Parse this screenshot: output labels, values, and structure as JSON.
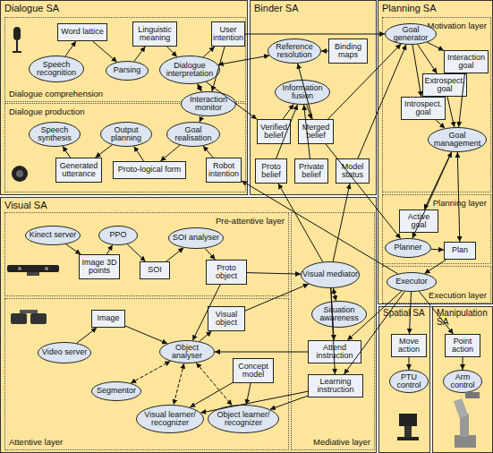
{
  "diagram": {
    "nodes": [
      {
        "text": [
          "Dialogue SA"
        ]
      },
      {
        "text": [
          "Dialogue comprehension"
        ],
        "in": 0
      },
      {
        "text": [
          "Speech recognition"
        ],
        "in": 1
      },
      {
        "text": [
          "Word lattice"
        ],
        "in": 1
      },
      {
        "text": [
          "Parsing"
        ],
        "in": 1
      },
      {
        "text": [
          "Linguistic meaning"
        ],
        "in": 1
      },
      {
        "text": [
          "Dialogue interpretation"
        ],
        "in": 1
      },
      {
        "text": [
          "User intention"
        ],
        "in": 1
      },
      {
        "text": [
          "Dialogue production"
        ],
        "in": 0
      },
      {
        "text": [
          "Interaction monitor"
        ],
        "in": 8
      },
      {
        "text": [
          "Speech synthesis"
        ],
        "in": 8
      },
      {
        "text": [
          "Output planning"
        ],
        "in": 8
      },
      {
        "text": [
          "Goal realisation"
        ],
        "in": 8
      },
      {
        "text": [
          "Generated utterance"
        ],
        "in": 8
      },
      {
        "text": [
          "Proto-logical form"
        ],
        "in": 8
      },
      {
        "text": [
          "Robot intention"
        ],
        "in": 8
      },
      {
        "text": [
          "Binder SA"
        ]
      },
      {
        "text": [
          "Reference resolution"
        ],
        "in": 16
      },
      {
        "text": [
          "Binding maps"
        ],
        "in": 16
      },
      {
        "text": [
          "Information fusion"
        ],
        "in": 16
      },
      {
        "text": [
          "Verified belief"
        ],
        "in": 16
      },
      {
        "text": [
          "Merged belief"
        ],
        "in": 16
      },
      {
        "text": [
          "Proto belief"
        ],
        "in": 16
      },
      {
        "text": [
          "Private belief"
        ],
        "in": 16
      },
      {
        "text": [
          "Model status"
        ],
        "in": 16
      },
      {
        "text": [
          "Planning SA"
        ]
      },
      {
        "text": [
          "Motivation layer"
        ],
        "in": 25
      },
      {
        "text": [
          "Goal generator"
        ],
        "in": 26
      },
      {
        "text": [
          "Interaction goal"
        ],
        "in": 26
      },
      {
        "text": [
          "Extrospect. goal"
        ],
        "in": 26
      },
      {
        "text": [
          "Introspect. goal"
        ],
        "in": 26
      },
      {
        "text": [
          "Goal management"
        ],
        "in": 26
      },
      {
        "text": [
          "Planning layer"
        ],
        "in": 25
      },
      {
        "text": [
          "Active goal"
        ],
        "in": 32
      },
      {
        "text": [
          "Planner"
        ],
        "in": 32
      },
      {
        "text": [
          "Plan"
        ],
        "in": 32
      },
      {
        "text": [
          "Execution layer"
        ],
        "in": 25
      },
      {
        "text": [
          "Executor"
        ],
        "in": 36
      },
      {
        "text": [
          "Visual SA"
        ]
      },
      {
        "text": [
          "Pre-attentive layer"
        ],
        "in": 38
      },
      {
        "text": [
          "Kinect server"
        ],
        "in": 39
      },
      {
        "text": [
          "Image 3D points"
        ],
        "in": 39
      },
      {
        "text": [
          "PPO"
        ],
        "in": 39
      },
      {
        "text": [
          "SOI"
        ],
        "in": 39
      },
      {
        "text": [
          "SOI analyser"
        ],
        "in": 39
      },
      {
        "text": [
          "Proto object"
        ],
        "in": 39
      },
      {
        "text": [
          "Attentive layer"
        ],
        "in": 38
      },
      {
        "text": [
          "Image"
        ],
        "in": 46
      },
      {
        "text": [
          "Video server"
        ],
        "in": 46
      },
      {
        "text": [
          "Visual object"
        ],
        "in": 46
      },
      {
        "text": [
          "Object analyser"
        ],
        "in": 46
      },
      {
        "text": [
          "Segmentor"
        ],
        "in": 46
      },
      {
        "text": [
          "Concept model"
        ],
        "in": 46
      },
      {
        "text": [
          "Visual learner/ recognizer"
        ],
        "in": 46
      },
      {
        "text": [
          "Object learner/ recognizer"
        ],
        "in": 46
      },
      {
        "text": [
          "Mediative layer"
        ],
        "in": 38
      },
      {
        "text": [
          "Visual mediator"
        ],
        "in": 55
      },
      {
        "text": [
          "Situation awareness"
        ],
        "in": 55
      },
      {
        "text": [
          "Attend instruction"
        ],
        "in": 55
      },
      {
        "text": [
          "Learning instruction"
        ],
        "in": 55
      },
      {
        "text": [
          "Spatial SA"
        ]
      },
      {
        "text": [
          "Move action"
        ],
        "in": 60
      },
      {
        "text": [
          "PTU control"
        ],
        "in": 60
      },
      {
        "text": [
          "Manipulation SA"
        ]
      },
      {
        "text": [
          "Point action"
        ],
        "in": 63
      },
      {
        "text": [
          "Arm control"
        ],
        "in": 63
      }
    ],
    "edges": [
      {
        "from": 2,
        "to": 3,
        "arrow": "to"
      },
      {
        "from": 3,
        "to": 4,
        "arrow": "to"
      },
      {
        "from": 4,
        "to": 5,
        "arrow": "to"
      },
      {
        "from": 5,
        "to": 6,
        "arrow": "to"
      },
      {
        "from": 6,
        "to": 7,
        "arrow": "to"
      },
      {
        "from": 7,
        "to": 27,
        "arrow": "to"
      },
      {
        "from": 6,
        "to": 17,
        "arrow": "both"
      },
      {
        "from": 6,
        "to": 9,
        "arrow": "both"
      },
      {
        "from": 7,
        "to": 9,
        "arrow": "to"
      },
      {
        "from": 9,
        "to": 12,
        "arrow": "to"
      },
      {
        "from": 15,
        "to": 12,
        "arrow": "to"
      },
      {
        "from": 12,
        "to": 14,
        "arrow": "to"
      },
      {
        "from": 14,
        "to": 11,
        "arrow": "to"
      },
      {
        "from": 11,
        "to": 13,
        "arrow": "to"
      },
      {
        "from": 13,
        "to": 10,
        "arrow": "to"
      },
      {
        "from": 37,
        "to": 15,
        "arrow": "to"
      },
      {
        "from": 6,
        "to": 20,
        "arrow": "to"
      },
      {
        "from": 18,
        "to": 17,
        "arrow": "to"
      },
      {
        "from": 21,
        "to": 17,
        "arrow": "to"
      },
      {
        "from": 20,
        "to": 19,
        "arrow": "to"
      },
      {
        "from": 22,
        "to": 19,
        "arrow": "to"
      },
      {
        "from": 23,
        "to": 19,
        "arrow": "to"
      },
      {
        "from": 19,
        "to": 21,
        "arrow": "to"
      },
      {
        "from": 21,
        "to": 27,
        "arrow": "to"
      },
      {
        "from": 24,
        "to": 27,
        "arrow": "to"
      },
      {
        "from": 21,
        "to": 34,
        "arrow": "to"
      },
      {
        "from": 27,
        "to": 28,
        "arrow": "to"
      },
      {
        "from": 27,
        "to": 29,
        "arrow": "to"
      },
      {
        "from": 27,
        "to": 30,
        "arrow": "to"
      },
      {
        "from": 28,
        "to": 31,
        "arrow": "to"
      },
      {
        "from": 29,
        "to": 31,
        "arrow": "to"
      },
      {
        "from": 30,
        "to": 31,
        "arrow": "to"
      },
      {
        "from": 31,
        "to": 33,
        "arrow": "to"
      },
      {
        "from": 31,
        "to": 34,
        "arrow": "both"
      },
      {
        "from": 31,
        "to": 35,
        "arrow": "both"
      },
      {
        "from": 34,
        "to": 35,
        "arrow": "to"
      },
      {
        "from": 35,
        "to": 37,
        "arrow": "to"
      },
      {
        "from": 37,
        "to": 61,
        "arrow": "to"
      },
      {
        "from": 37,
        "to": 64,
        "arrow": "to"
      },
      {
        "from": 37,
        "to": 58,
        "arrow": "to"
      },
      {
        "from": 37,
        "to": 59,
        "arrow": "to"
      },
      {
        "from": 61,
        "to": 62,
        "arrow": "to"
      },
      {
        "from": 64,
        "to": 65,
        "arrow": "to"
      },
      {
        "from": 40,
        "to": 41,
        "arrow": "to"
      },
      {
        "from": 41,
        "to": 42,
        "arrow": "to"
      },
      {
        "from": 42,
        "to": 43,
        "arrow": "to"
      },
      {
        "from": 43,
        "to": 44,
        "arrow": "to"
      },
      {
        "from": 44,
        "to": 45,
        "arrow": "to"
      },
      {
        "from": 45,
        "to": 56,
        "arrow": "to"
      },
      {
        "from": 56,
        "to": 57,
        "arrow": "both"
      },
      {
        "from": 49,
        "to": 56,
        "arrow": "to"
      },
      {
        "from": 50,
        "to": 49,
        "arrow": "to"
      },
      {
        "from": 48,
        "to": 47,
        "arrow": "to"
      },
      {
        "from": 47,
        "to": 50,
        "arrow": "to"
      },
      {
        "from": 51,
        "to": 50,
        "arrow": "both"
      },
      {
        "from": 50,
        "to": 53,
        "arrow": "both"
      },
      {
        "from": 50,
        "to": 54,
        "arrow": "both"
      },
      {
        "from": 52,
        "to": 53,
        "arrow": "to"
      },
      {
        "from": 52,
        "to": 54,
        "arrow": "to"
      },
      {
        "from": 58,
        "to": 50,
        "arrow": "to"
      },
      {
        "from": 59,
        "to": 53,
        "arrow": "to"
      },
      {
        "from": 59,
        "to": 54,
        "arrow": "to"
      },
      {
        "from": 56,
        "to": 22,
        "arrow": "to"
      },
      {
        "from": 56,
        "to": 24,
        "arrow": "to"
      },
      {
        "from": 56,
        "to": 58,
        "arrow": "to"
      },
      {
        "from": 56,
        "to": 59,
        "arrow": "to"
      },
      {
        "from": 45,
        "to": 50,
        "arrow": "to"
      }
    ]
  }
}
